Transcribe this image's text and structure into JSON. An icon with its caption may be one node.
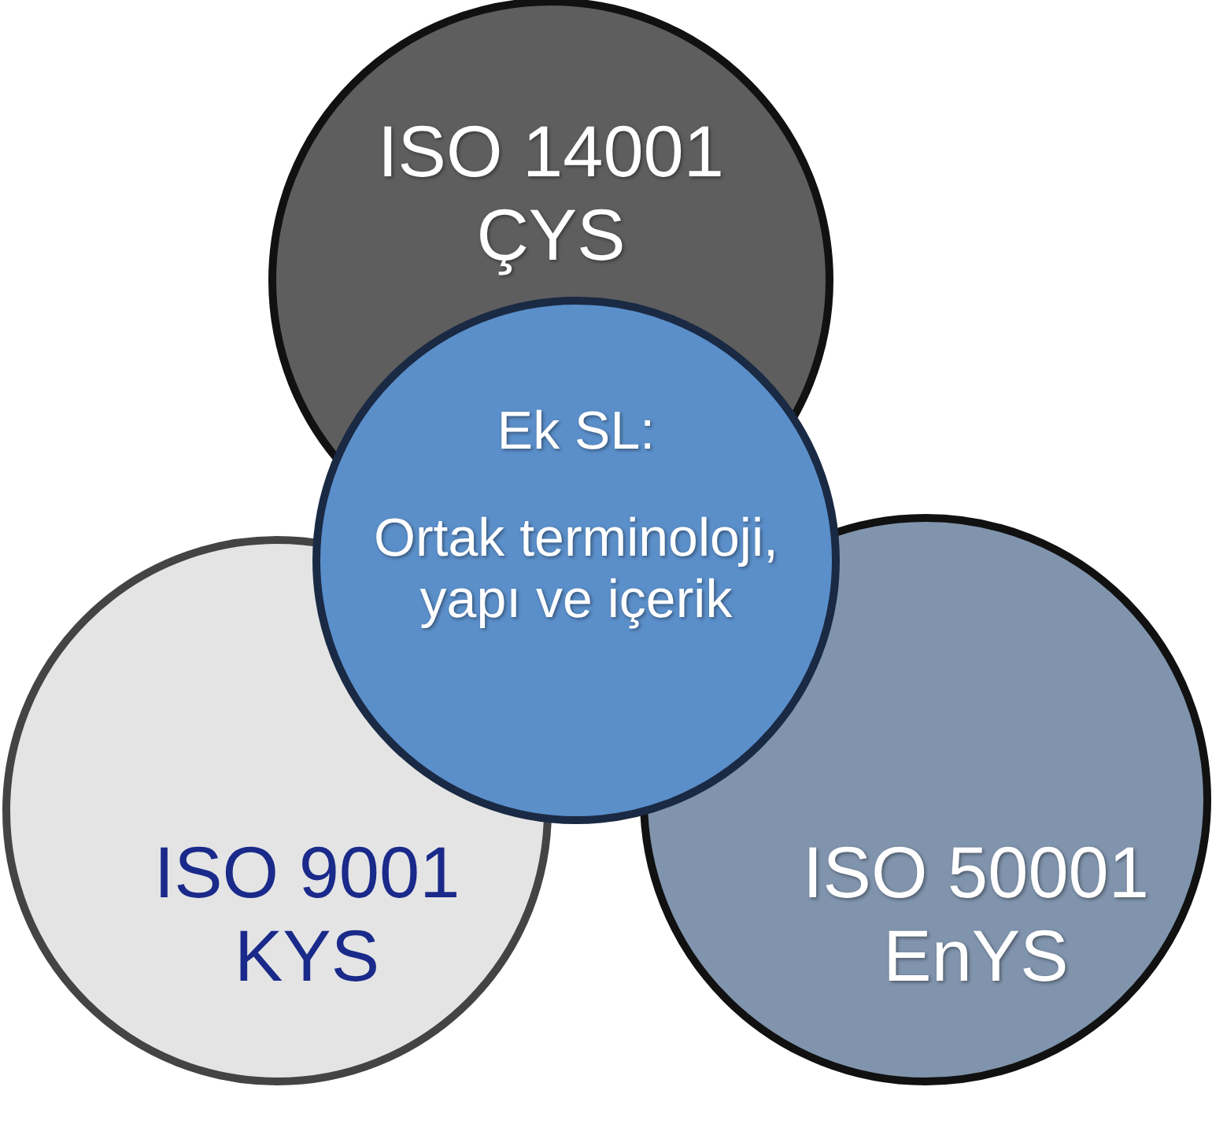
{
  "diagram": {
    "nodes": [
      {
        "text": [
          "ISO 14001 ÇYS"
        ]
      },
      {
        "text": [
          "Ek SL:",
          "Ortak terminoloji, yapı ve içerik"
        ]
      },
      {
        "text": [
          "ISO 9001 KYS"
        ]
      },
      {
        "text": [
          "ISO 50001 EnYS"
        ]
      }
    ]
  }
}
